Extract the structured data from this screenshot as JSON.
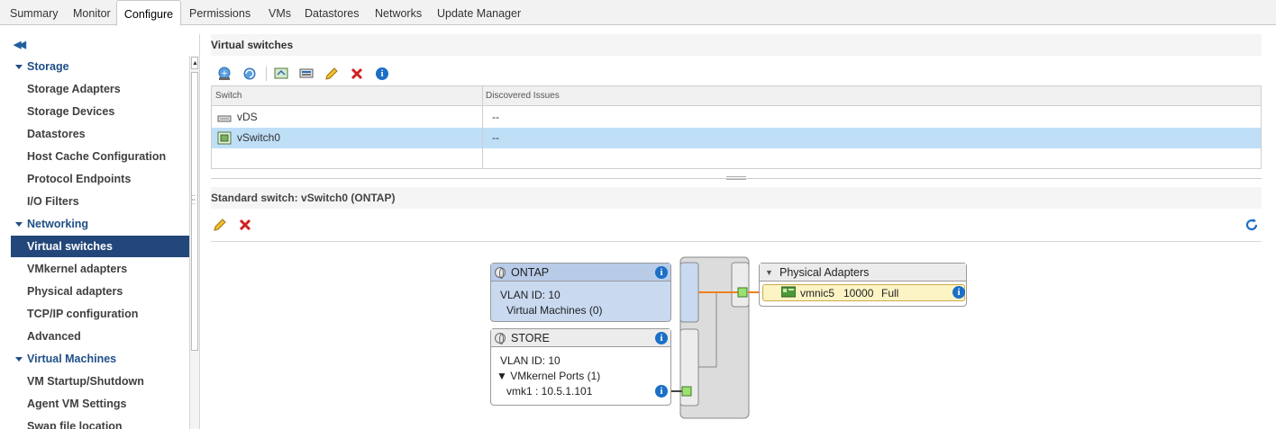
{
  "tabs": [
    "Summary",
    "Monitor",
    "Configure",
    "Permissions",
    "VMs",
    "Datastores",
    "Networks",
    "Update Manager"
  ],
  "active_tab": "Configure",
  "nav": {
    "collapse_icon": "double-chevron-left-icon",
    "storage_label": "Storage",
    "storage_items": [
      "Storage Adapters",
      "Storage Devices",
      "Datastores",
      "Host Cache Configuration",
      "Protocol Endpoints",
      "I/O Filters"
    ],
    "networking_label": "Networking",
    "networking_items": [
      "Virtual switches",
      "VMkernel adapters",
      "Physical adapters",
      "TCP/IP configuration",
      "Advanced"
    ],
    "vm_label": "Virtual Machines",
    "vm_items": [
      "VM Startup/Shutdown",
      "Agent VM Settings",
      "Swap file location"
    ],
    "active_item": "Virtual switches"
  },
  "virtual_switches": {
    "title": "Virtual switches",
    "columns": [
      "Switch",
      "Discovered Issues"
    ],
    "rows": [
      {
        "name": "vDS",
        "issues": "--",
        "icon": "distributed-switch-icon"
      },
      {
        "name": "vSwitch0",
        "issues": "--",
        "icon": "standard-switch-icon",
        "selected": true
      }
    ]
  },
  "standard_switch": {
    "title": "Standard switch: vSwitch0 (ONTAP)"
  },
  "diagram": {
    "portgroups": [
      {
        "name": "ONTAP",
        "vlan": "VLAN ID: 10",
        "detail": "Virtual Machines (0)"
      },
      {
        "name": "STORE",
        "vlan": "VLAN ID: 10",
        "detail": "VMkernel Ports (1)",
        "port": "vmk1 : 10.5.1.101"
      }
    ],
    "physical_adapters_label": "Physical Adapters",
    "nic": {
      "name": "vmnic5",
      "speed": "10000",
      "duplex": "Full"
    }
  },
  "colors": {
    "nav_active": "#23477a",
    "selected_row": "#bfdff7",
    "portgroup_selected": "#c8d9f0",
    "nic_highlight": "#fdf4c5",
    "uplink_line": "#f08020"
  }
}
